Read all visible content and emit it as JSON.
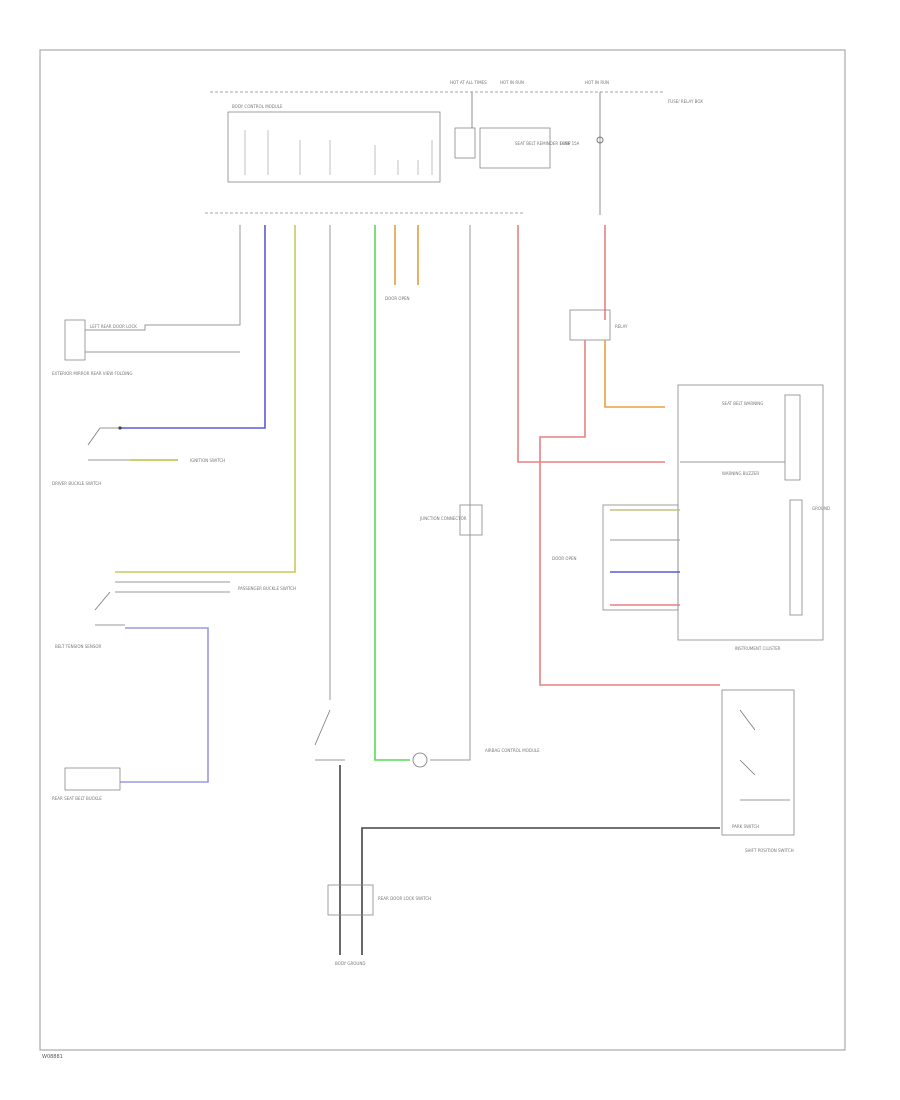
{
  "footer": {
    "code": "W08881"
  },
  "labels": {
    "power_hot_run": "HOT AT ALL TIMES",
    "power_hot_start": "HOT IN RUN",
    "power_hot_acc": "HOT IN RUN",
    "fuse_box": "FUSE/ RELAY BOX",
    "ecu": "BODY CONTROL MODULE",
    "warning_lamp": "SEAT BELT REMINDER LAMP",
    "fuse_label": "FUSE 15A",
    "relay": "RELAY",
    "left_rear_door_lock": "LEFT REAR DOOR LOCK",
    "ext_mirror": "EXTERIOR MIRROR REAR VIEW FOLDING",
    "drivers_buckle_switch": "DRIVER BUCKLE SWITCH",
    "ignition_switch": "IGNITION SWITCH",
    "passenger_buckle_switch": "PASSENGER BUCKLE SWITCH",
    "belt_tension_sensor": "BELT TENSION SENSOR",
    "rear_seat_belt_buckle": "REAR SEAT BELT BUCKLE",
    "airbag_ecu": "AIRBAG CONTROL MODULE",
    "junction_connector": "JUNCTION CONNECTOR",
    "instrument_cluster": "INSTRUMENT CLUSTER",
    "seat_belt_warning": "SEAT BELT WARNING",
    "warning_buzzer": "WARNING BUZZER",
    "door_open": "DOOR OPEN",
    "ground_point": "GROUND",
    "shift_position_switch": "SHIFT POSITION SWITCH",
    "park_switch": "PARK SWITCH",
    "rear_door_lock_switch": "REAR DOOR LOCK SWITCH",
    "body_ground": "BODY GROUND"
  }
}
